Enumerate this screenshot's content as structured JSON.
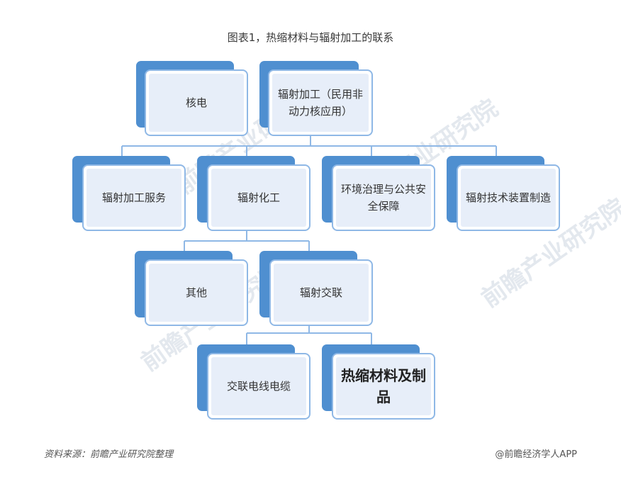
{
  "title": "图表1，热缩材料与辐射加工的联系",
  "nodes": {
    "nuclear": "核电",
    "radiation_processing": "辐射加工（民用非动力核应用）",
    "rad_service": "辐射加工服务",
    "rad_chem": "辐射化工",
    "env": "环境治理与公共安全保障",
    "rad_tech": "辐射技术装置制造",
    "other": "其他",
    "crosslink": "辐射交联",
    "cable": "交联电线电缆",
    "heat_shrink": "热缩材料及制品"
  },
  "footer": {
    "source": "资料来源：前瞻产业研究院整理",
    "brand": "@前瞻经济学人APP"
  },
  "watermark": "前瞻产业研究院",
  "colors": {
    "back": "#4f8fd0",
    "border": "#8fb8e6",
    "fill": "#e7eef9",
    "line": "#8fb8e6"
  }
}
